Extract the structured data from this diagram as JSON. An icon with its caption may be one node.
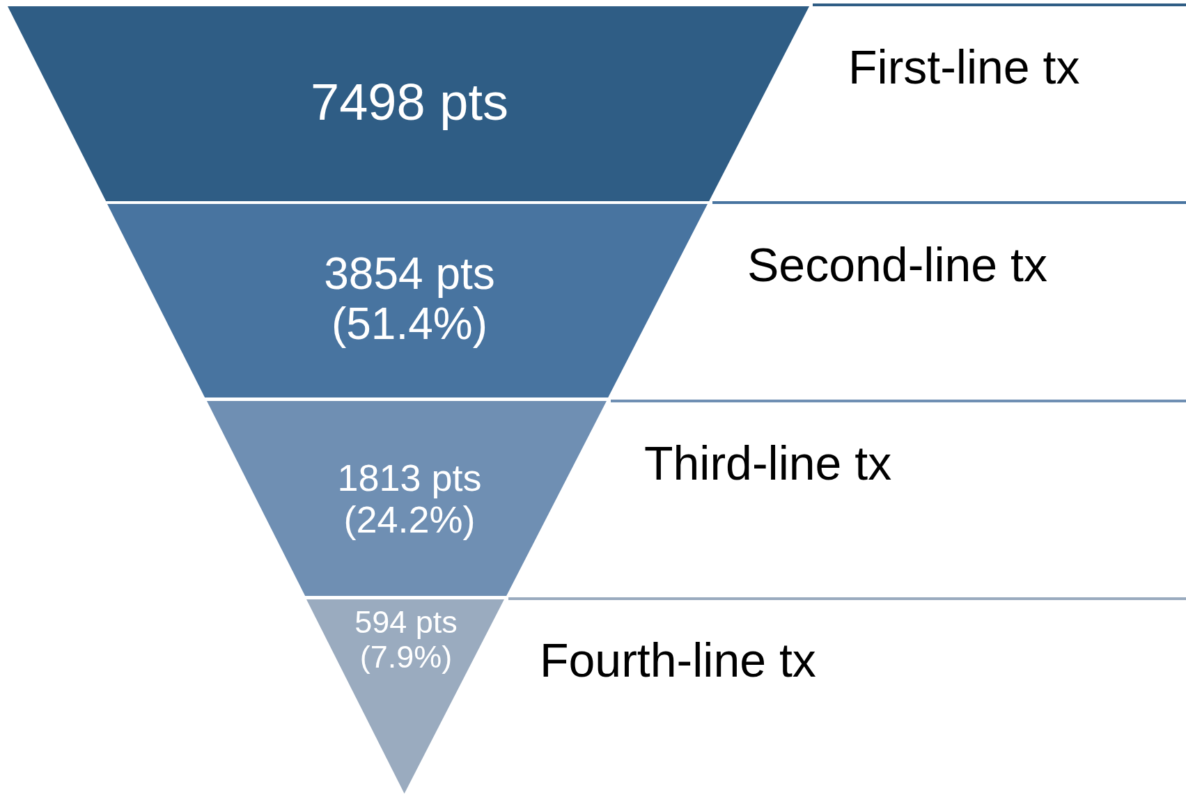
{
  "diagram": {
    "nodes": [
      {
        "text": [
          "7498 pts"
        ],
        "beside": [
          "First-line tx"
        ]
      },
      {
        "text": [
          "3854 pts (51.4%)"
        ],
        "beside": [
          "Second-line tx"
        ]
      },
      {
        "text": [
          "1813 pts (24.2%)"
        ],
        "beside": [
          "Third-line tx"
        ]
      },
      {
        "text": [
          "594 pts (7.9%)"
        ],
        "beside": [
          "Fourth-line tx"
        ]
      }
    ]
  }
}
